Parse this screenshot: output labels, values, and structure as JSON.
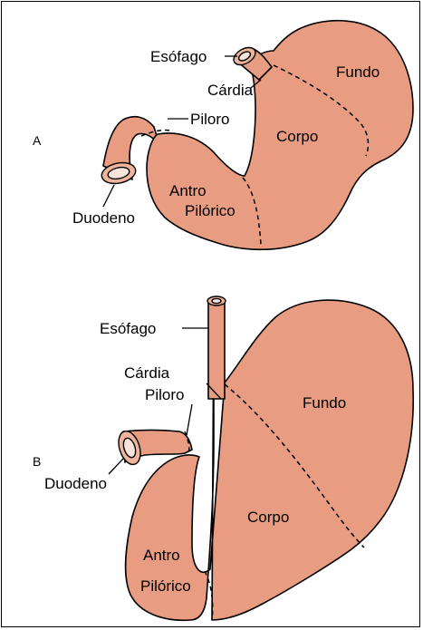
{
  "colors": {
    "organ": "#E89C82",
    "ring": "#EFB49C",
    "lumen": "#F7E4DA",
    "border": "#000000"
  },
  "panel_a": {
    "letter": "A",
    "esofago": "Esófago",
    "cardia": "Cárdia",
    "piloro": "Piloro",
    "fundo": "Fundo",
    "corpo": "Corpo",
    "antro": "Antro",
    "pilorico": "Pilórico",
    "duodeno": "Duodeno"
  },
  "panel_b": {
    "letter": "B",
    "esofago": "Esófago",
    "cardia": "Cárdia",
    "piloro": "Piloro",
    "fundo": "Fundo",
    "corpo": "Corpo",
    "antro": "Antro",
    "pilorico": "Pilórico",
    "duodeno": "Duodeno"
  }
}
